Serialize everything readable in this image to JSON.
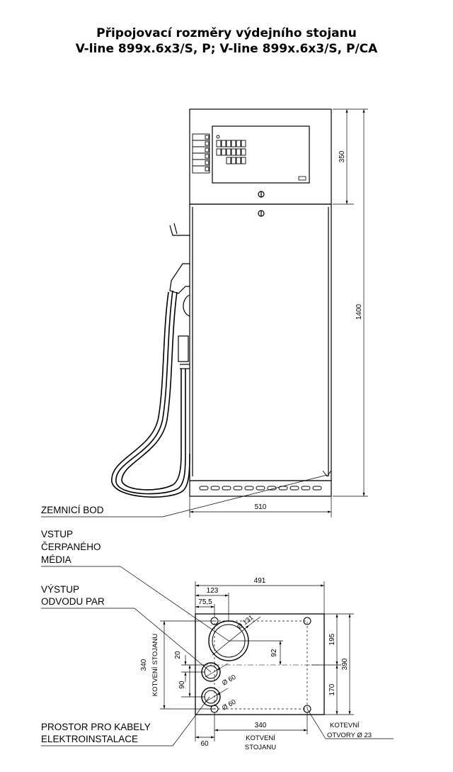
{
  "title": {
    "line1": "Připojovací rozměry výdejního stojanu",
    "line2": "V-line 899x.6x3/S, P; V-line 899x.6x3/S, P/CA"
  },
  "front_view": {
    "dim_top_height": "350",
    "dim_body_height": "1400",
    "dim_width": "510",
    "label_ground": "ZEMNICÍ BOD"
  },
  "plan_view": {
    "label_input_line1": "VSTUP",
    "label_input_line2": "ČERPANÉHO",
    "label_input_line3": "MÉDIA",
    "label_vapour_line1": "VÝSTUP",
    "label_vapour_line2": "ODVODU PAR",
    "label_cables_line1": "PROSTOR PRO KABELY",
    "label_cables_line2": "ELEKTROINSTALACE",
    "dim_total_width": "491",
    "dim_123": "123",
    "dim_75_5": "75,5",
    "dim_131": "Ø 131",
    "dim_92": "92",
    "dim_20": "20",
    "dim_90": "90",
    "dim_60a": "Ø 60",
    "dim_60b": "Ø 60",
    "dim_195": "195",
    "dim_170": "170",
    "dim_390": "390",
    "dim_340_v": "340",
    "label_anchor_v": "KOTVENÍ STOJANU",
    "dim_60_bottom": "60",
    "dim_340_h": "340",
    "label_anchor_h_line1": "KOTVENÍ",
    "label_anchor_h_line2": "STOJANU",
    "label_holes_line1": "KOTEVNÍ",
    "label_holes_line2": "OTVORY Ø 23"
  }
}
